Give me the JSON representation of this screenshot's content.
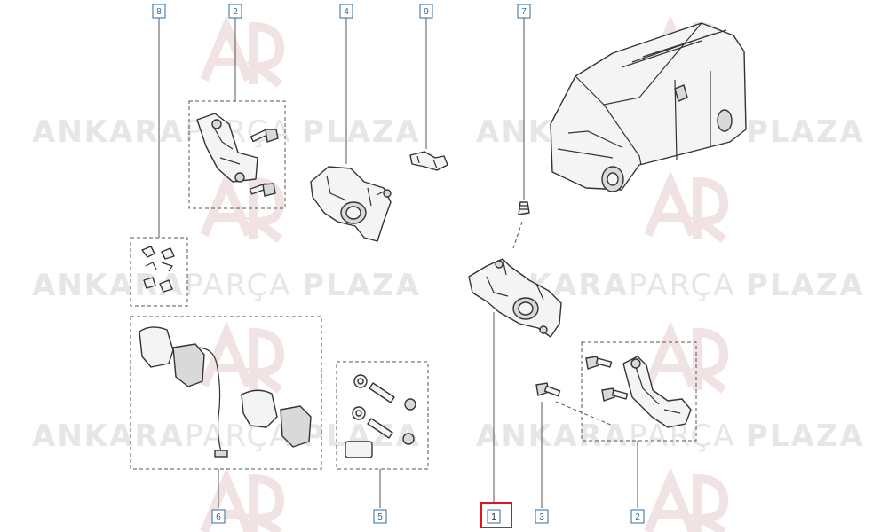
{
  "watermark": {
    "word1": "ANKARA",
    "word2": "PARÇA",
    "word3": "PLAZA"
  },
  "callouts": [
    {
      "id": "8",
      "highlighted": false
    },
    {
      "id": "2",
      "highlighted": false
    },
    {
      "id": "4",
      "highlighted": false
    },
    {
      "id": "9",
      "highlighted": false
    },
    {
      "id": "7",
      "highlighted": false
    },
    {
      "id": "6",
      "highlighted": false
    },
    {
      "id": "5",
      "highlighted": false
    },
    {
      "id": "1",
      "highlighted": true
    },
    {
      "id": "3",
      "highlighted": false
    },
    {
      "id": "2",
      "highlighted": false
    }
  ],
  "colors": {
    "callout_border": "#2e6b9c",
    "highlight_border": "#e0141e",
    "watermark": "#e6e6e6"
  }
}
